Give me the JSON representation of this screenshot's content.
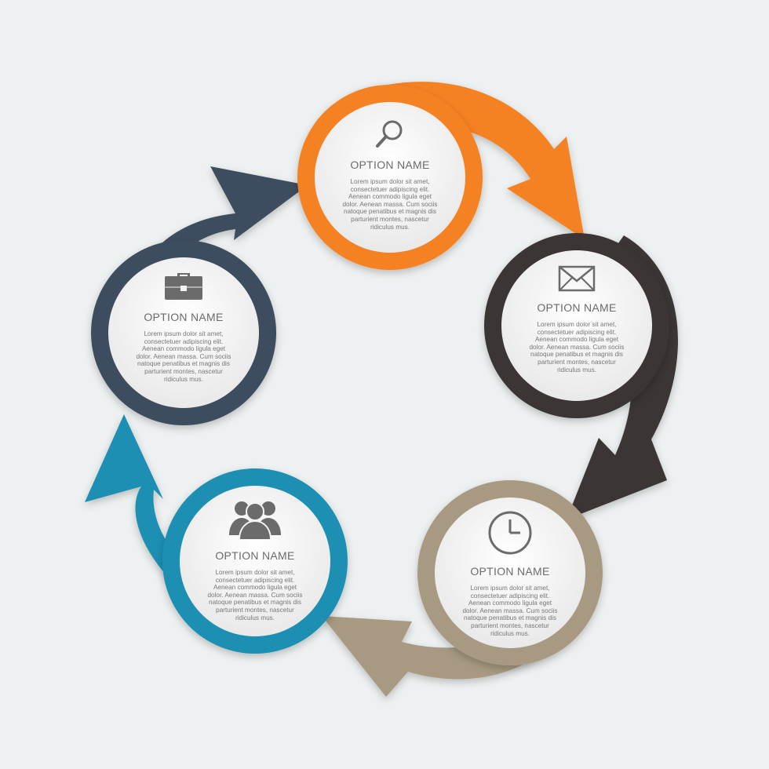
{
  "colors": {
    "background": "#eef1f1",
    "orange": "#f58220",
    "charcoal": "#3b3435",
    "taupe": "#a89a82",
    "teal": "#1a8fb3",
    "slate": "#3d4d5e",
    "node_fill": "#f3f3f3",
    "text": "#6b6b6b"
  },
  "options": [
    {
      "id": "search",
      "color": "#f58220",
      "icon": "search-icon",
      "title": "OPTION NAME",
      "body": "Lorem ipsum dolor sit amet,\nconsectetuer adipiscing elit.\nAenean commodo ligula eget\ndolor. Aenean massa. Cum sociis\nnatoque penatibus et magnis dis\nparturient montes, nascetur\nridiculus mus."
    },
    {
      "id": "mail",
      "color": "#3b3435",
      "icon": "envelope-icon",
      "title": "OPTION NAME",
      "body": "Lorem ipsum dolor sit amet,\nconsectetuer adipiscing elit.\nAenean commodo ligula eget\ndolor. Aenean massa. Cum sociis\nnatoque penatibus et magnis dis\nparturient montes, nascetur\nridiculus mus."
    },
    {
      "id": "clock",
      "color": "#a89a82",
      "icon": "clock-icon",
      "title": "OPTION NAME",
      "body": "Lorem ipsum dolor sit amet,\nconsectetuer adipiscing elit.\nAenean commodo ligula eget\ndolor. Aenean massa. Cum sociis\nnatoque penatibus et magnis dis\nparturient montes, nascetur\nridiculus mus."
    },
    {
      "id": "people",
      "color": "#1a8fb3",
      "icon": "people-icon",
      "title": "OPTION NAME",
      "body": "Lorem ipsum dolor sit amet,\nconsectetuer adipiscing elit.\nAenean commodo ligula eget\ndolor. Aenean massa. Cum sociis\nnatoque penatibus et magnis dis\nparturient montes, nascetur\nridiculus mus."
    },
    {
      "id": "briefcase",
      "color": "#3d4d5e",
      "icon": "briefcase-icon",
      "title": "OPTION NAME",
      "body": "Lorem ipsum dolor sit amet,\nconsectetuer adipiscing elit.\nAenean commodo ligula eget\ndolor. Aenean massa. Cum sociis\nnatoque penatibus et magnis dis\nparturient montes, nascetur\nridiculus mus."
    }
  ]
}
